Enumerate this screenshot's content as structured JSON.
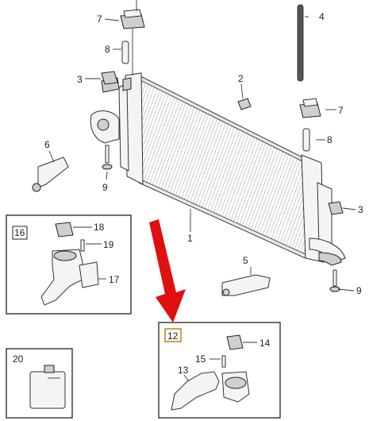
{
  "callouts": {
    "n1": "1",
    "n2": "2",
    "n3a": "3",
    "n3b": "3",
    "n4": "4",
    "n5": "5",
    "n6": "6",
    "n7a": "7",
    "n7b": "7",
    "n8a": "8",
    "n8b": "8",
    "n9a": "9",
    "n9b": "9",
    "n13": "13",
    "n14": "14",
    "n15": "15",
    "n17": "17",
    "n18": "18",
    "n19": "19"
  },
  "insets": {
    "inset16": {
      "tag": "16"
    },
    "inset12": {
      "tag": "12"
    },
    "inset20": {
      "tag": "20"
    }
  },
  "colors": {
    "arrow": "#e01010",
    "highlight_tag": "#b8860b",
    "line": "#333333"
  }
}
